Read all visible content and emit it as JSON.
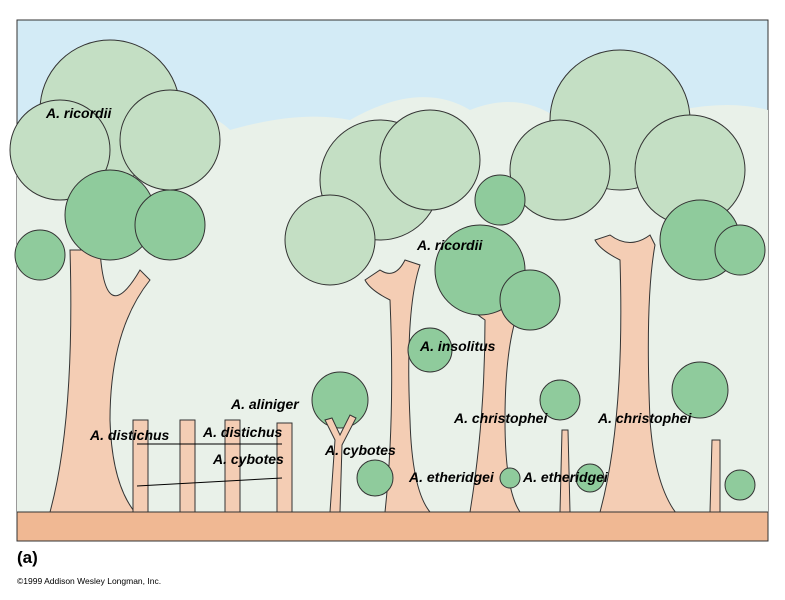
{
  "labels": {
    "ricordii_1": "A. ricordii",
    "ricordii_2": "A. ricordii",
    "insolitus": "A. insolitus",
    "aliniger": "A. aliniger",
    "distichus_1": "A. distichus",
    "distichus_2": "A. distichus",
    "cybotes_1": "A. cybotes",
    "cybotes_2": "A. cybotes",
    "christophei_1": "A. christophei",
    "christophei_2": "A. christophei",
    "etheridgei_1": "A. etheridgei",
    "etheridgei_2": "A. etheridgei"
  },
  "panel_label": "(a)",
  "copyright": "©1999 Addison Wesley Longman, Inc.",
  "colors": {
    "sky": "#d3ebf6",
    "background": "#e9f1e9",
    "canopy_light": "#c4dfc4",
    "canopy_mid": "#8fcb9c",
    "trunk": "#f4cdb4",
    "ground": "#f0b893"
  }
}
